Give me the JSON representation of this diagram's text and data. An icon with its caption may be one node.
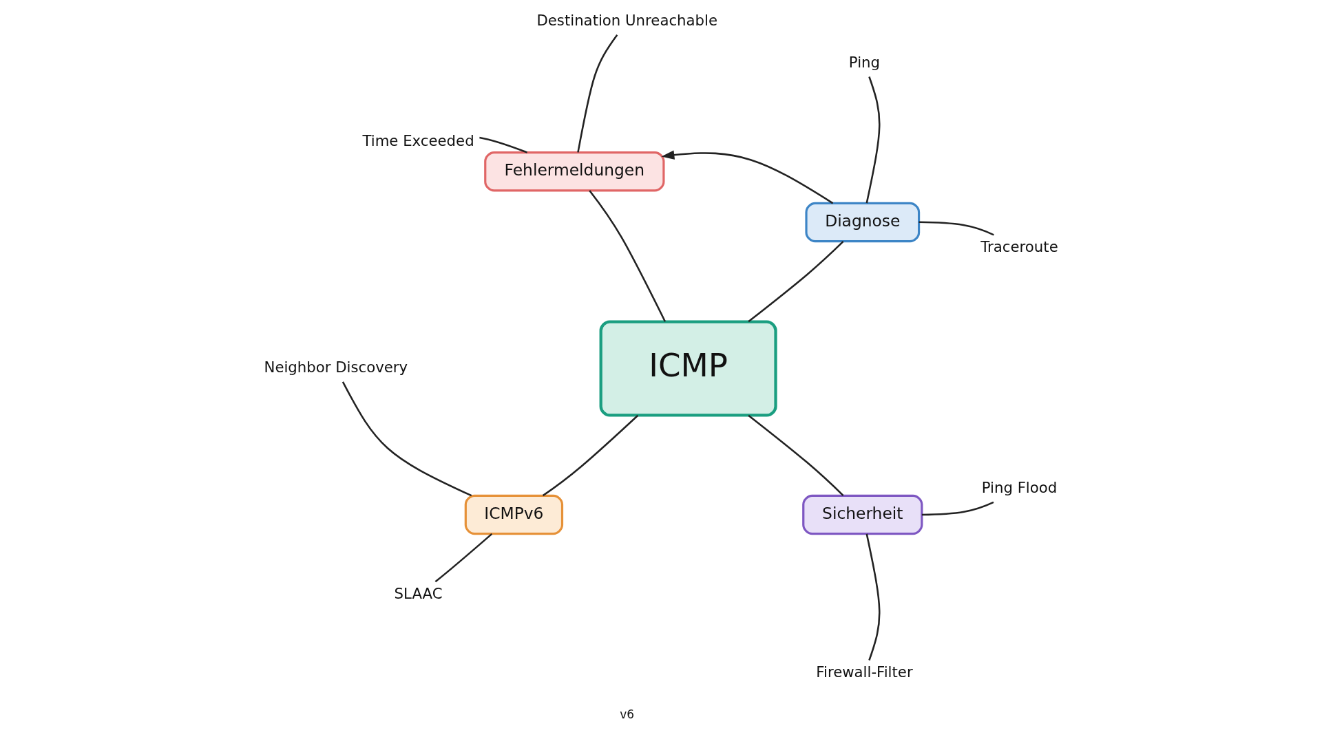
{
  "diagram": {
    "nodes": [
      {
        "text": [
          "ICMP"
        ]
      },
      {
        "text": [
          "Fehlermeldungen"
        ]
      },
      {
        "text": [
          "Destination Unreachable"
        ]
      },
      {
        "text": [
          "Time Exceeded"
        ]
      },
      {
        "text": [
          "Diagnose"
        ]
      },
      {
        "text": [
          "Ping"
        ]
      },
      {
        "text": [
          "Traceroute"
        ]
      },
      {
        "text": [
          "ICMPv6"
        ]
      },
      {
        "text": [
          "Neighbor Discovery"
        ]
      },
      {
        "text": [
          "SLAAC"
        ]
      },
      {
        "text": [
          "Sicherheit"
        ]
      },
      {
        "text": [
          "Ping Flood"
        ]
      },
      {
        "text": [
          "Firewall-Filter"
        ]
      }
    ],
    "edges": [
      {
        "from": 0,
        "to": 1,
        "arrow": "none"
      },
      {
        "from": 0,
        "to": 4,
        "arrow": "none"
      },
      {
        "from": 0,
        "to": 7,
        "arrow": "none"
      },
      {
        "from": 0,
        "to": 10,
        "arrow": "none"
      },
      {
        "from": 1,
        "to": 2,
        "arrow": "none"
      },
      {
        "from": 1,
        "to": 3,
        "arrow": "none"
      },
      {
        "from": 4,
        "to": 5,
        "arrow": "none"
      },
      {
        "from": 4,
        "to": 6,
        "arrow": "none"
      },
      {
        "from": 7,
        "to": 8,
        "arrow": "none"
      },
      {
        "from": 7,
        "to": 9,
        "arrow": "none"
      },
      {
        "from": 10,
        "to": 11,
        "arrow": "none"
      },
      {
        "from": 10,
        "to": 12,
        "arrow": "none"
      },
      {
        "from": 4,
        "to": 1,
        "arrow": "to"
      }
    ],
    "labels": [
      "v6"
    ]
  }
}
